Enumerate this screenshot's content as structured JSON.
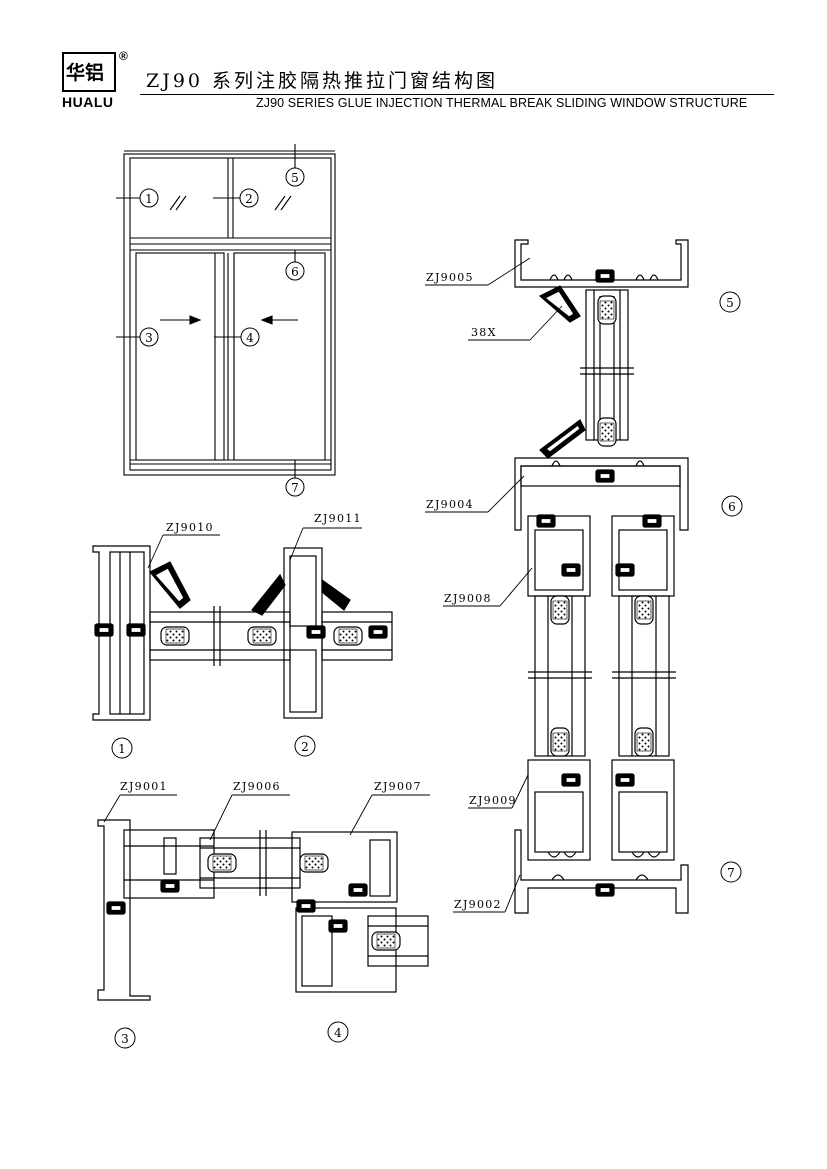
{
  "header": {
    "logo_cn": "华铝",
    "logo_en": "HUALU",
    "logo_reg": "®",
    "title_cn": "ZJ90 系列注胶隔热推拉门窗结构图",
    "title_en": "ZJ90 SERIES GLUE INJECTION THERMAL BREAK SLIDING WINDOW STRUCTURE"
  },
  "elevation": {
    "markers": [
      "1",
      "2",
      "3",
      "4",
      "5",
      "6",
      "7"
    ]
  },
  "profiles": {
    "zj9005": "ZJ9005",
    "p38x": "38X",
    "zj9004": "ZJ9004",
    "zj9008": "ZJ9008",
    "zj9009": "ZJ9009",
    "zj9002": "ZJ9002",
    "zj9010": "ZJ9010",
    "zj9011": "ZJ9011",
    "zj9001": "ZJ9001",
    "zj9006": "ZJ9006",
    "zj9007": "ZJ9007"
  },
  "section_numbers": {
    "s1": "1",
    "s2": "2",
    "s3": "3",
    "s4": "4",
    "s5": "5",
    "s6": "6",
    "s7": "7"
  }
}
